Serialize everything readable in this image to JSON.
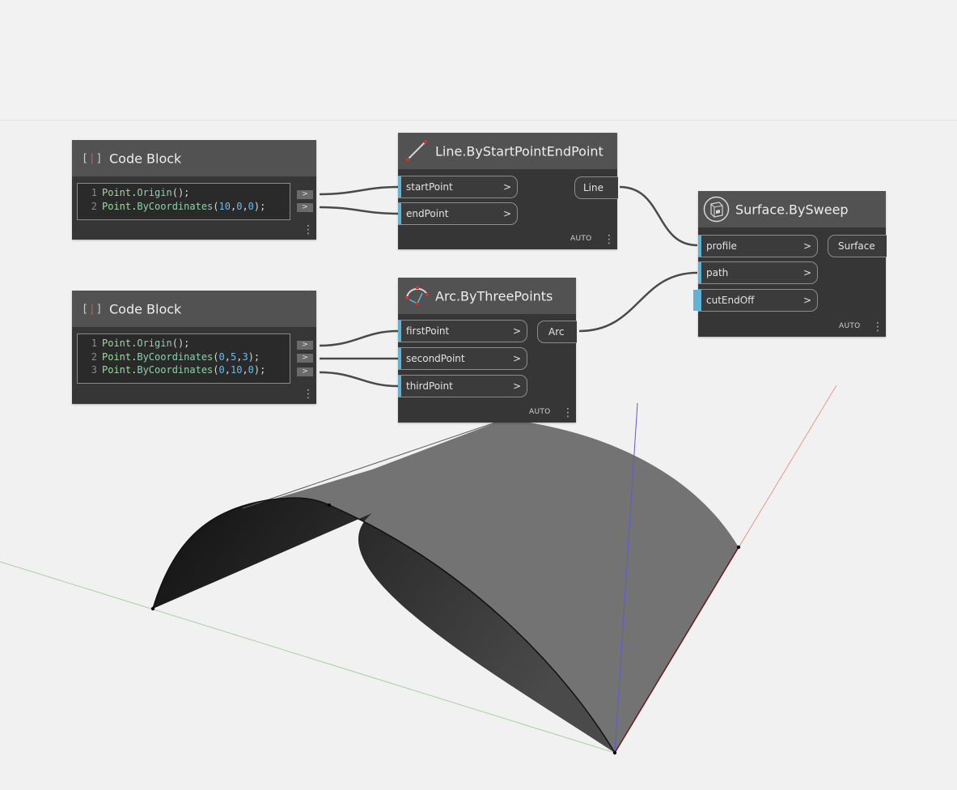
{
  "colors": {
    "background": "#f1f1f1",
    "node_body": "#363636",
    "node_header": "#525252",
    "port_stripe": "#5fb3d6",
    "wire": "#4a4a4a",
    "x_axis": "#f0938d",
    "y_axis": "#a6d3a0",
    "z_axis": "#5a5ad6",
    "surface": "#737373"
  },
  "code_block_1": {
    "title": "Code Block",
    "icon": "code-block-icon",
    "lines": [
      {
        "num": "1",
        "tokens": [
          [
            "Point",
            "cls"
          ],
          [
            ".",
            "pun"
          ],
          [
            "Origin",
            "fn"
          ],
          [
            "();",
            "pun"
          ]
        ]
      },
      {
        "num": "2",
        "tokens": [
          [
            "Point",
            "cls"
          ],
          [
            ".",
            "pun"
          ],
          [
            "ByCoordinates",
            "fn"
          ],
          [
            "(",
            "pun"
          ],
          [
            "10",
            "num"
          ],
          [
            ",",
            "pun"
          ],
          [
            "0",
            "num"
          ],
          [
            ",",
            "pun"
          ],
          [
            "0",
            "num"
          ],
          [
            ");",
            "pun"
          ]
        ]
      }
    ],
    "output_arrow": ">"
  },
  "code_block_2": {
    "title": "Code Block",
    "icon": "code-block-icon",
    "lines": [
      {
        "num": "1",
        "tokens": [
          [
            "Point",
            "cls"
          ],
          [
            ".",
            "pun"
          ],
          [
            "Origin",
            "fn"
          ],
          [
            "();",
            "pun"
          ]
        ]
      },
      {
        "num": "2",
        "tokens": [
          [
            "Point",
            "cls"
          ],
          [
            ".",
            "pun"
          ],
          [
            "ByCoordinates",
            "fn"
          ],
          [
            "(",
            "pun"
          ],
          [
            "0",
            "num"
          ],
          [
            ",",
            "pun"
          ],
          [
            "5",
            "num"
          ],
          [
            ",",
            "pun"
          ],
          [
            "3",
            "num"
          ],
          [
            ");",
            "pun"
          ]
        ]
      },
      {
        "num": "3",
        "tokens": [
          [
            "Point",
            "cls"
          ],
          [
            ".",
            "pun"
          ],
          [
            "ByCoordinates",
            "fn"
          ],
          [
            "(",
            "pun"
          ],
          [
            "0",
            "num"
          ],
          [
            ",",
            "pun"
          ],
          [
            "10",
            "num"
          ],
          [
            ",",
            "pun"
          ],
          [
            "0",
            "num"
          ],
          [
            ");",
            "pun"
          ]
        ]
      }
    ],
    "output_arrow": ">"
  },
  "line_node": {
    "title": "Line.ByStartPointEndPoint",
    "icon": "line-icon",
    "inputs": [
      "startPoint",
      "endPoint"
    ],
    "output": "Line",
    "lacing": "AUTO"
  },
  "arc_node": {
    "title": "Arc.ByThreePoints",
    "icon": "arc-icon",
    "inputs": [
      "firstPoint",
      "secondPoint",
      "thirdPoint"
    ],
    "output": "Arc",
    "lacing": "AUTO"
  },
  "sweep_node": {
    "title": "Surface.BySweep",
    "icon": "sweep-surface-icon",
    "inputs": [
      "profile",
      "path",
      "cutEndOff"
    ],
    "output": "Surface",
    "lacing": "AUTO"
  },
  "port_arrow": ">",
  "menu_glyph": "⋮"
}
